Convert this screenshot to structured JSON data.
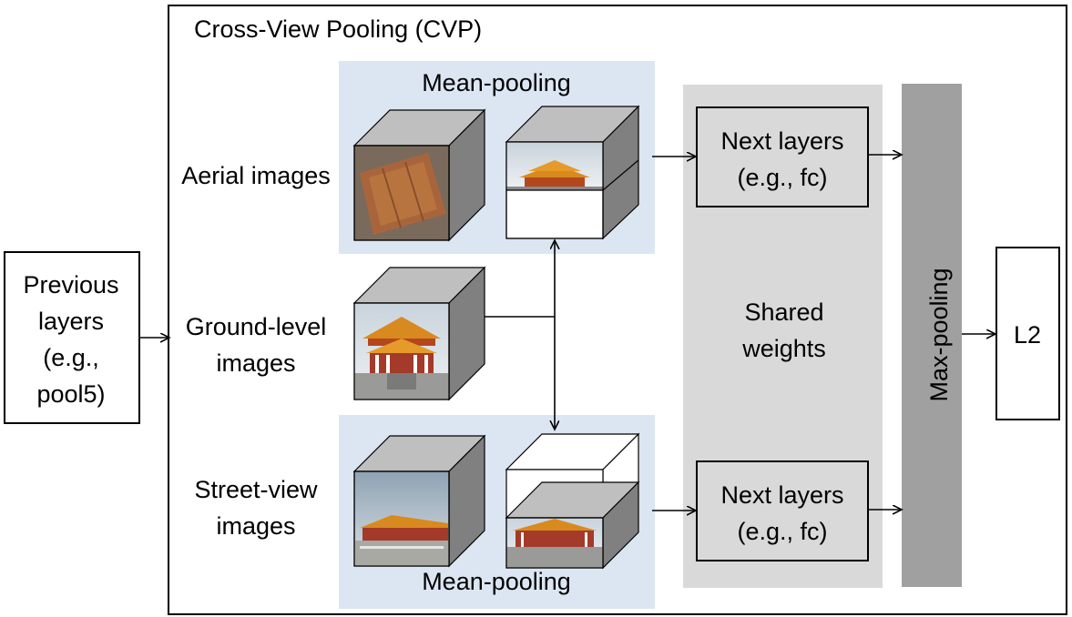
{
  "title": "Cross-View Pooling (CVP)",
  "previous_layers": "Previous layers (e.g., pool5)",
  "previous_layers_lines": [
    "Previous",
    "layers",
    "(e.g.,",
    "pool5)"
  ],
  "rows": {
    "aerial": [
      "Aerial images"
    ],
    "ground": [
      "Ground-level",
      "images"
    ],
    "street": [
      "Street-view",
      "images"
    ]
  },
  "mean_pooling_top": "Mean-pooling",
  "mean_pooling_bottom": "Mean-pooling",
  "next_layers_top": [
    "Next layers",
    "(e.g., fc)"
  ],
  "next_layers_bottom": [
    "Next layers",
    "(e.g., fc)"
  ],
  "shared_weights": [
    "Shared",
    "weights"
  ],
  "max_pooling": "Max-pooling",
  "output": "L2",
  "colors": {
    "pool_panel": "#dce6f2",
    "shared_panel": "#d9d9d9",
    "max_panel": "#a0a0a0",
    "cube_side": "#808080",
    "cube_top": "#bfbfbf"
  }
}
